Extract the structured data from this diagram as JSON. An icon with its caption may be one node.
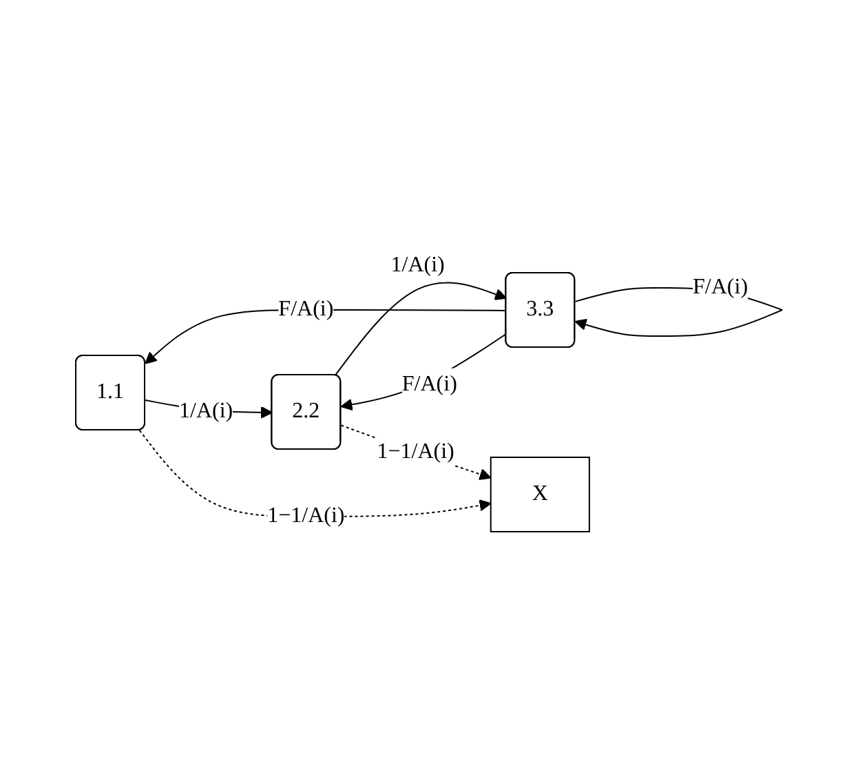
{
  "diagram": {
    "nodes": [
      {
        "text": [
          "1.1"
        ]
      },
      {
        "text": [
          "2.2"
        ]
      },
      {
        "text": [
          "3.3"
        ]
      },
      {
        "text": [
          "X"
        ]
      }
    ],
    "edges": [
      {
        "from": 0,
        "to": 1,
        "arrow": "to",
        "label": "1/A(i)"
      },
      {
        "from": 1,
        "to": 2,
        "arrow": "to",
        "label": "1/A(i)"
      },
      {
        "from": 2,
        "to": 0,
        "arrow": "to",
        "label": "F/A(i)"
      },
      {
        "from": 2,
        "to": 1,
        "arrow": "to",
        "label": "F/A(i)"
      },
      {
        "from": 2,
        "to": 2,
        "arrow": "to",
        "label": "F/A(i)"
      },
      {
        "from": 1,
        "to": 3,
        "arrow": "to",
        "label": "1−1/A(i)",
        "style": "dashed"
      },
      {
        "from": 0,
        "to": 3,
        "arrow": "to",
        "label": "1−1/A(i)",
        "style": "dashed"
      }
    ]
  }
}
